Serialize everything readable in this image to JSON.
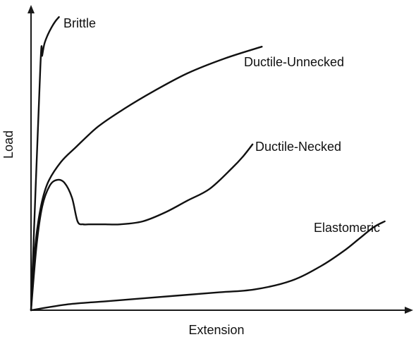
{
  "chart_data": {
    "type": "line",
    "xlabel": "Extension",
    "ylabel": "Load",
    "xlim": [
      0,
      100
    ],
    "ylim": [
      0,
      100
    ],
    "grid": false,
    "series": [
      {
        "name": "Brittle",
        "x": [
          0,
          2.5,
          3,
          3.6,
          4.5,
          5.5,
          6.5,
          7.5
        ],
        "y": [
          0,
          82,
          86,
          90,
          93,
          95.5,
          97.5,
          99
        ]
      },
      {
        "name": "Ductile-Unnecked",
        "x": [
          0,
          1,
          2.5,
          4.5,
          8,
          12,
          18,
          25,
          33,
          42,
          52,
          62
        ],
        "y": [
          0,
          20,
          34,
          43,
          50,
          55,
          62,
          68,
          74,
          80,
          85,
          89
        ]
      },
      {
        "name": "Ductile-Necked",
        "x": [
          0,
          1.5,
          3,
          5,
          7,
          9,
          11,
          12.5,
          14,
          15.5,
          17,
          18.5,
          20,
          24,
          30,
          36,
          42,
          48,
          54,
          57,
          59.5
        ],
        "y": [
          0,
          22,
          35,
          42,
          44,
          43,
          38,
          30,
          29,
          29,
          29,
          29,
          29,
          29,
          30,
          33,
          37,
          41,
          48,
          52,
          56
        ]
      },
      {
        "name": "Elastomeric",
        "x": [
          0,
          10,
          20,
          30,
          40,
          50,
          60,
          70,
          78,
          84,
          88,
          92,
          95
        ],
        "y": [
          0,
          2,
          3,
          4,
          5,
          6,
          7,
          10,
          15,
          20,
          24,
          28,
          30
        ]
      }
    ]
  }
}
